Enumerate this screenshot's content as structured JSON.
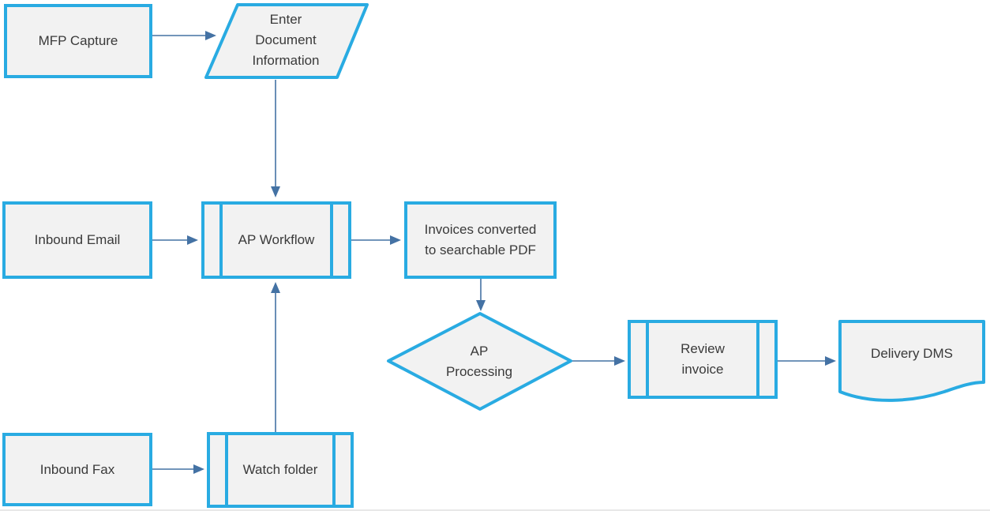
{
  "diagram": {
    "type": "flowchart",
    "colors": {
      "shape_border": "#29abe2",
      "shape_fill": "#f2f2f2",
      "connector": "#4472a4",
      "label_text": "#3a3a3a",
      "background": "#ffffff"
    },
    "nodes": {
      "mfp_capture": {
        "label": "MFP Capture",
        "shape": "process-rectangle"
      },
      "enter_document_information": {
        "label": "Enter\nDocument\nInformation",
        "shape": "data-parallelogram"
      },
      "inbound_email": {
        "label": "Inbound Email",
        "shape": "process-rectangle"
      },
      "ap_workflow": {
        "label": "AP Workflow",
        "shape": "predefined-process"
      },
      "invoices_converted": {
        "label": "Invoices converted\nto searchable PDF",
        "shape": "process-rectangle"
      },
      "ap_processing": {
        "label": "AP\nProcessing",
        "shape": "decision-diamond"
      },
      "review_invoice": {
        "label": "Review\ninvoice",
        "shape": "predefined-process"
      },
      "delivery_dms": {
        "label": "Delivery DMS",
        "shape": "document"
      },
      "inbound_fax": {
        "label": "Inbound Fax",
        "shape": "process-rectangle"
      },
      "watch_folder": {
        "label": "Watch folder",
        "shape": "predefined-process"
      }
    },
    "edges": [
      {
        "from": "mfp_capture",
        "to": "enter_document_information"
      },
      {
        "from": "enter_document_information",
        "to": "ap_workflow"
      },
      {
        "from": "inbound_email",
        "to": "ap_workflow"
      },
      {
        "from": "ap_workflow",
        "to": "invoices_converted"
      },
      {
        "from": "invoices_converted",
        "to": "ap_processing"
      },
      {
        "from": "ap_processing",
        "to": "review_invoice"
      },
      {
        "from": "review_invoice",
        "to": "delivery_dms"
      },
      {
        "from": "inbound_fax",
        "to": "watch_folder"
      },
      {
        "from": "watch_folder",
        "to": "ap_workflow"
      }
    ]
  }
}
